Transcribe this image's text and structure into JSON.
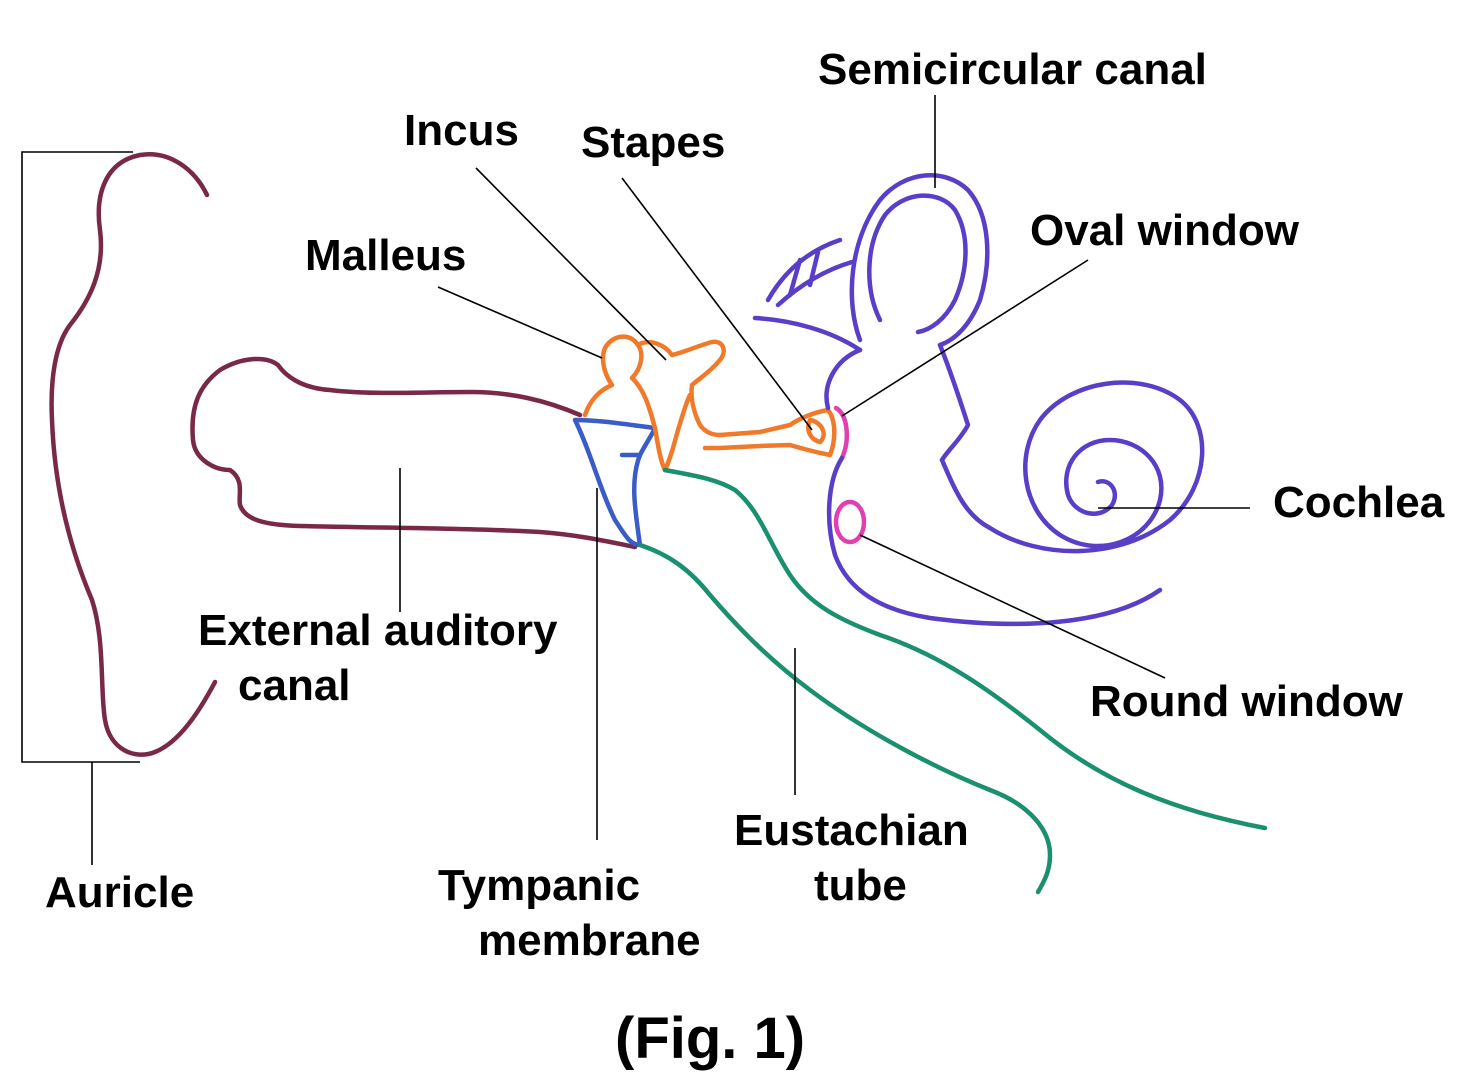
{
  "colors": {
    "auricle": "#7a2848",
    "canal": "#7a2848",
    "ossicles": "#f07a2a",
    "tympanic": "#3a5cc8",
    "eustachian": "#1a9070",
    "inner_ear": "#5a3ec8",
    "windows": "#e040b0",
    "labels": "#000000",
    "background": "#ffffff"
  },
  "labels": {
    "semicircular_canal": "Semicircular canal",
    "incus": "Incus",
    "stapes": "Stapes",
    "oval_window": "Oval window",
    "malleus": "Malleus",
    "cochlea": "Cochlea",
    "external_canal_line1": "External auditory",
    "external_canal_line2": "canal",
    "round_window": "Round window",
    "eustachian_line1": "Eustachian",
    "eustachian_line2": "tube",
    "tympanic_line1": "Tympanic",
    "tympanic_line2": "membrane",
    "auricle": "Auricle"
  },
  "caption": "(Fig. 1)"
}
